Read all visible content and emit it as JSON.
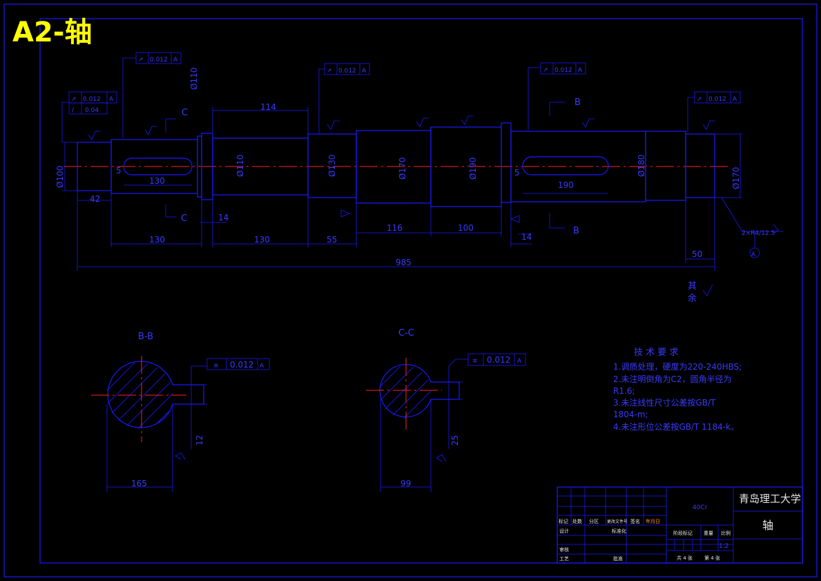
{
  "sheet_title": "A2-轴",
  "tolerance_boxes": [
    {
      "symbol": "↗",
      "value": "0.012",
      "datum": "A"
    },
    {
      "symbol": "↗",
      "value": "0.012",
      "datum": "A"
    },
    {
      "symbol": "↗",
      "value": "0.012",
      "datum": "A"
    },
    {
      "symbol": "↗",
      "value": "0.012",
      "datum": "A"
    },
    {
      "symbol": "↗",
      "value": "0.012",
      "datum": "A"
    },
    {
      "symbol": "/",
      "value": "0.04",
      "datum": ""
    }
  ],
  "key_tolerances": [
    {
      "symbol": "≡",
      "value": "0.012",
      "datum": "A"
    },
    {
      "symbol": "≡",
      "value": "0.012",
      "datum": "A"
    }
  ],
  "section_labels": {
    "c_top": "C",
    "c_bottom": "C",
    "b_top": "B",
    "b_bottom": "B",
    "bb": "B-B",
    "cc": "C-C"
  },
  "dimensions": {
    "d1": "Ø100",
    "d_110_top": "Ø110",
    "d2": "Ø110",
    "d3": "Ø130",
    "d4": "Ø170",
    "d5": "Ø190",
    "d6": "Ø180",
    "d7": "Ø170",
    "l_114": "114",
    "l_130_key": "130",
    "l_190_key": "190",
    "l_42": "42",
    "l_14a": "14",
    "l_14b": "14",
    "l_130a": "130",
    "l_130b": "130",
    "l_55": "55",
    "l_116": "116",
    "l_100": "100",
    "l_50": "50",
    "l_985": "985",
    "s5a": "5",
    "s5b": "5",
    "chamfer": "2×R4/12.5",
    "bb_width": "165",
    "bb_key": "12",
    "cc_width": "99",
    "cc_key": "25"
  },
  "roughness_note": "其余",
  "datum_label": "A",
  "tech_requirements": {
    "title": "技 术 要 求",
    "lines": [
      "1.调质处理，硬度为220-240HBS;",
      "2.未注明倒角为C2，圆角半径为",
      "R1.6;",
      "3.未注线性尺寸公差按GB/T",
      "1804-m;",
      "4.未注形位公差按GB/T 1184-k。"
    ]
  },
  "title_block": {
    "material": "40Cr",
    "school": "青岛理工大学",
    "part_name": "轴",
    "scale": "1:2",
    "labels": [
      "标记",
      "处数",
      "分区",
      "更改文件号",
      "签名",
      "年月日",
      "设计",
      "标准化",
      "阶段标记",
      "重量",
      "比例",
      "审核",
      "工艺",
      "批准",
      "共 4 张",
      "第 4 张"
    ]
  }
}
